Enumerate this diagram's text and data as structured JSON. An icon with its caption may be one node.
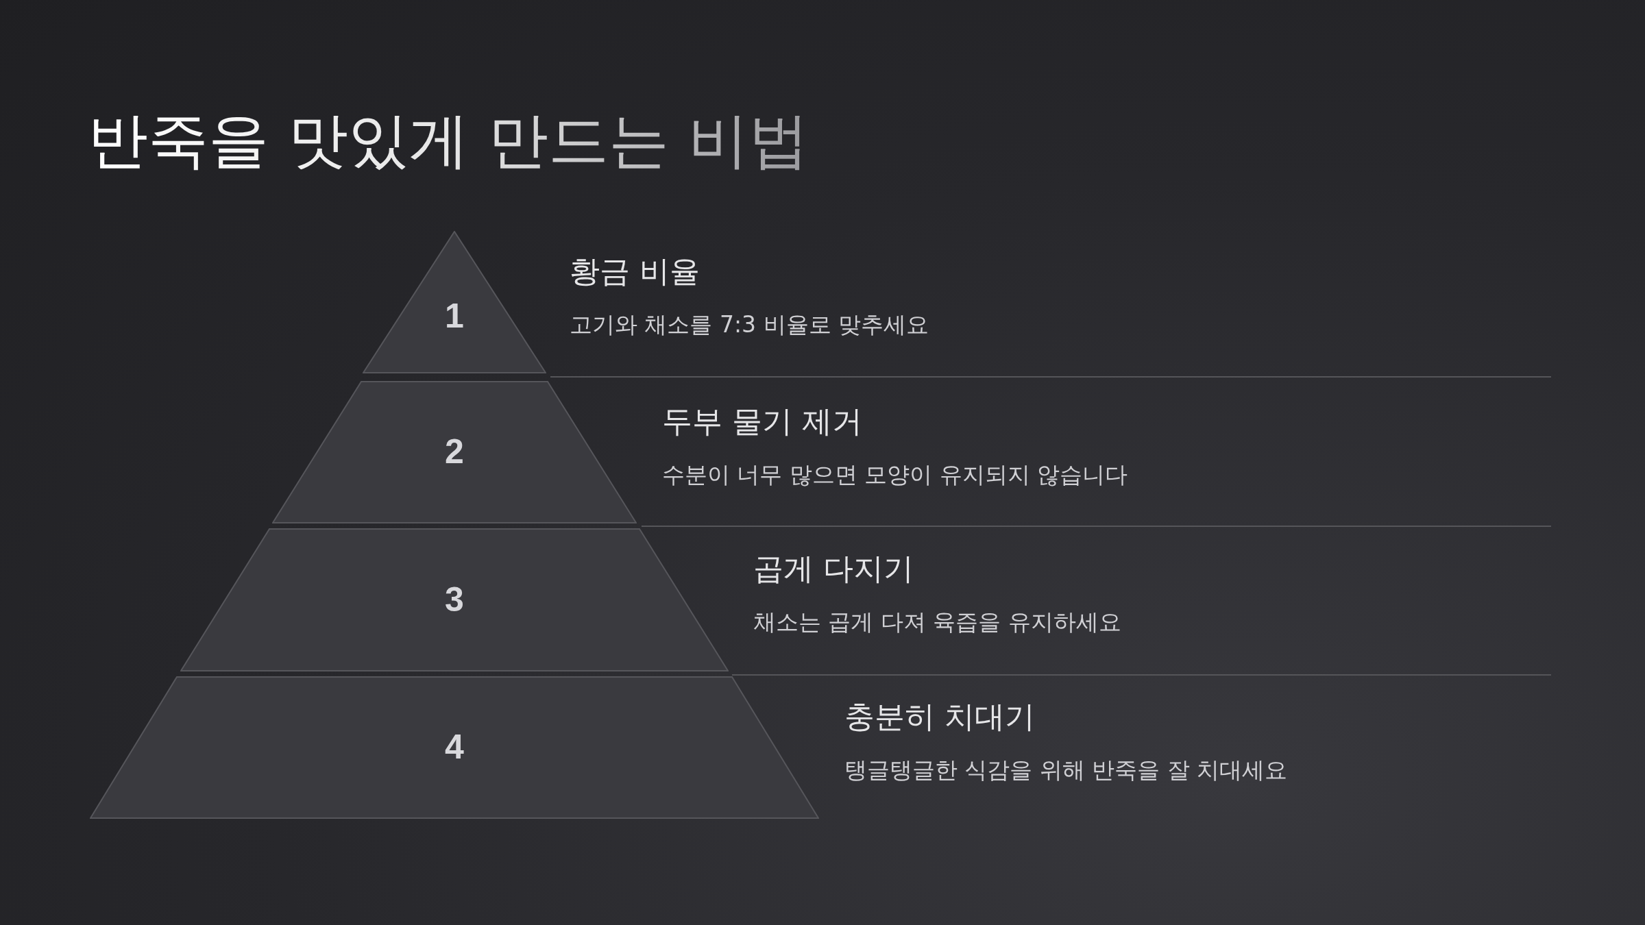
{
  "diagram": {
    "title": "반죽을 맛있게 만드는 비법",
    "nodes": [
      {
        "text": [
          "1"
        ],
        "beside": [
          "황금 비율",
          "고기와 채소를 7:3 비율로 맞추세요"
        ]
      },
      {
        "text": [
          "2"
        ],
        "beside": [
          "두부 물기 제거",
          "수분이 너무 많으면 모양이 유지되지 않습니다"
        ]
      },
      {
        "text": [
          "3"
        ],
        "beside": [
          "곱게 다지기",
          "채소는 곱게 다져 육즙을 유지하세요"
        ]
      },
      {
        "text": [
          "4"
        ],
        "beside": [
          "충분히 치대기",
          "탱글탱글한 식감을 위해 반죽을 잘 치대세요"
        ]
      }
    ]
  }
}
